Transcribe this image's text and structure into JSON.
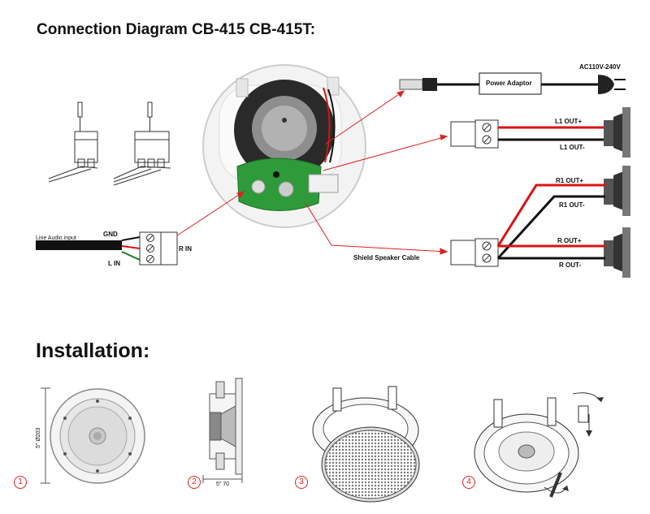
{
  "headings": {
    "connection": "Connection Diagram CB-415 CB-415T:",
    "installation": "Installation:"
  },
  "labels": {
    "ac": "AC110V-240V",
    "power_adaptor": "Power Adaptor",
    "l1_out_plus": "L1 OUT+",
    "l1_out_minus": "L1 OUT-",
    "r1_out_plus": "R1 OUT+",
    "r1_out_minus": "R1 OUT-",
    "r_out_plus": "R OUT+",
    "r_out_minus": "R OUT-",
    "gnd": "GND",
    "line_audio_input": "Line Audio input",
    "r_in": "R IN",
    "l_in": "L IN",
    "shield_cable": "Shield Speaker Cable",
    "dim_height": "5\" Ø203",
    "dim_depth": "5\"  70"
  },
  "steps": [
    "1",
    "2",
    "3",
    "4"
  ],
  "colors": {
    "red": "#d11",
    "black": "#111",
    "green": "#1a7a2a",
    "pcb_green": "#2e9a3a",
    "step_red": "#d22"
  }
}
